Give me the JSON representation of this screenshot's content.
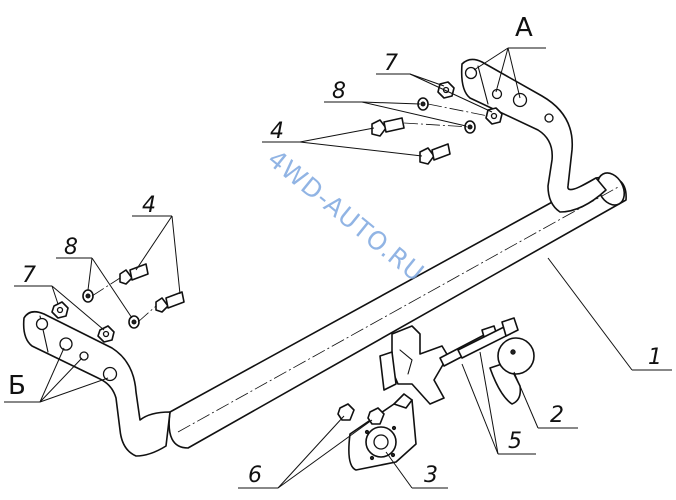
{
  "watermark": "4WD-AUTO.RU",
  "callouts": {
    "label_A": "А",
    "label_B": "Б",
    "label_1": "1",
    "label_2": "2",
    "label_3": "3",
    "label_4_top": "4",
    "label_4_left": "4",
    "label_5": "5",
    "label_6": "6",
    "label_7_top": "7",
    "label_7_left": "7",
    "label_8_top": "8",
    "label_8_left": "8"
  },
  "colors": {
    "line": "#111111",
    "watermark": "#7ea8e0",
    "background": "#ffffff"
  }
}
